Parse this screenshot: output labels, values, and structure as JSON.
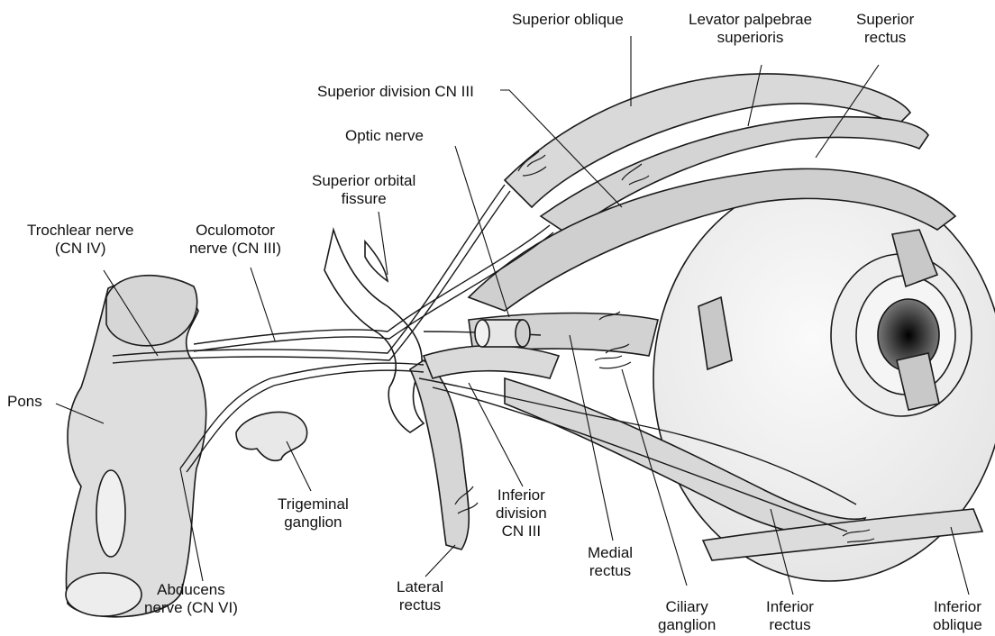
{
  "labels": {
    "superior_oblique": "Superior oblique",
    "levator_line1": "Levator palpebrae",
    "levator_line2": "superioris",
    "superior_rectus_line1": "Superior",
    "superior_rectus_line2": "rectus",
    "superior_division": "Superior division CN III",
    "optic_nerve": "Optic nerve",
    "sof_line1": "Superior orbital",
    "sof_line2": "fissure",
    "trochlear_line1": "Trochlear nerve",
    "trochlear_line2": "(CN IV)",
    "oculomotor_line1": "Oculomotor",
    "oculomotor_line2": "nerve (CN III)",
    "pons": "Pons",
    "trigeminal_line1": "Trigeminal",
    "trigeminal_line2": "ganglion",
    "abducens_line1": "Abducens",
    "abducens_line2": "nerve (CN VI)",
    "inferior_division_line1": "Inferior",
    "inferior_division_line2": "division",
    "inferior_division_line3": "CN III",
    "lateral_rectus_line1": "Lateral",
    "lateral_rectus_line2": "rectus",
    "medial_rectus_line1": "Medial",
    "medial_rectus_line2": "rectus",
    "ciliary_line1": "Ciliary",
    "ciliary_line2": "ganglion",
    "inferior_rectus_line1": "Inferior",
    "inferior_rectus_line2": "rectus",
    "inferior_oblique_line1": "Inferior",
    "inferior_oblique_line2": "oblique"
  },
  "colors": {
    "muscle_fill": "#dcdcdc",
    "nerve_fill": "#f2f2f2",
    "outline": "#1a1a1a",
    "pupil": "#222222",
    "leader": "#111111"
  }
}
